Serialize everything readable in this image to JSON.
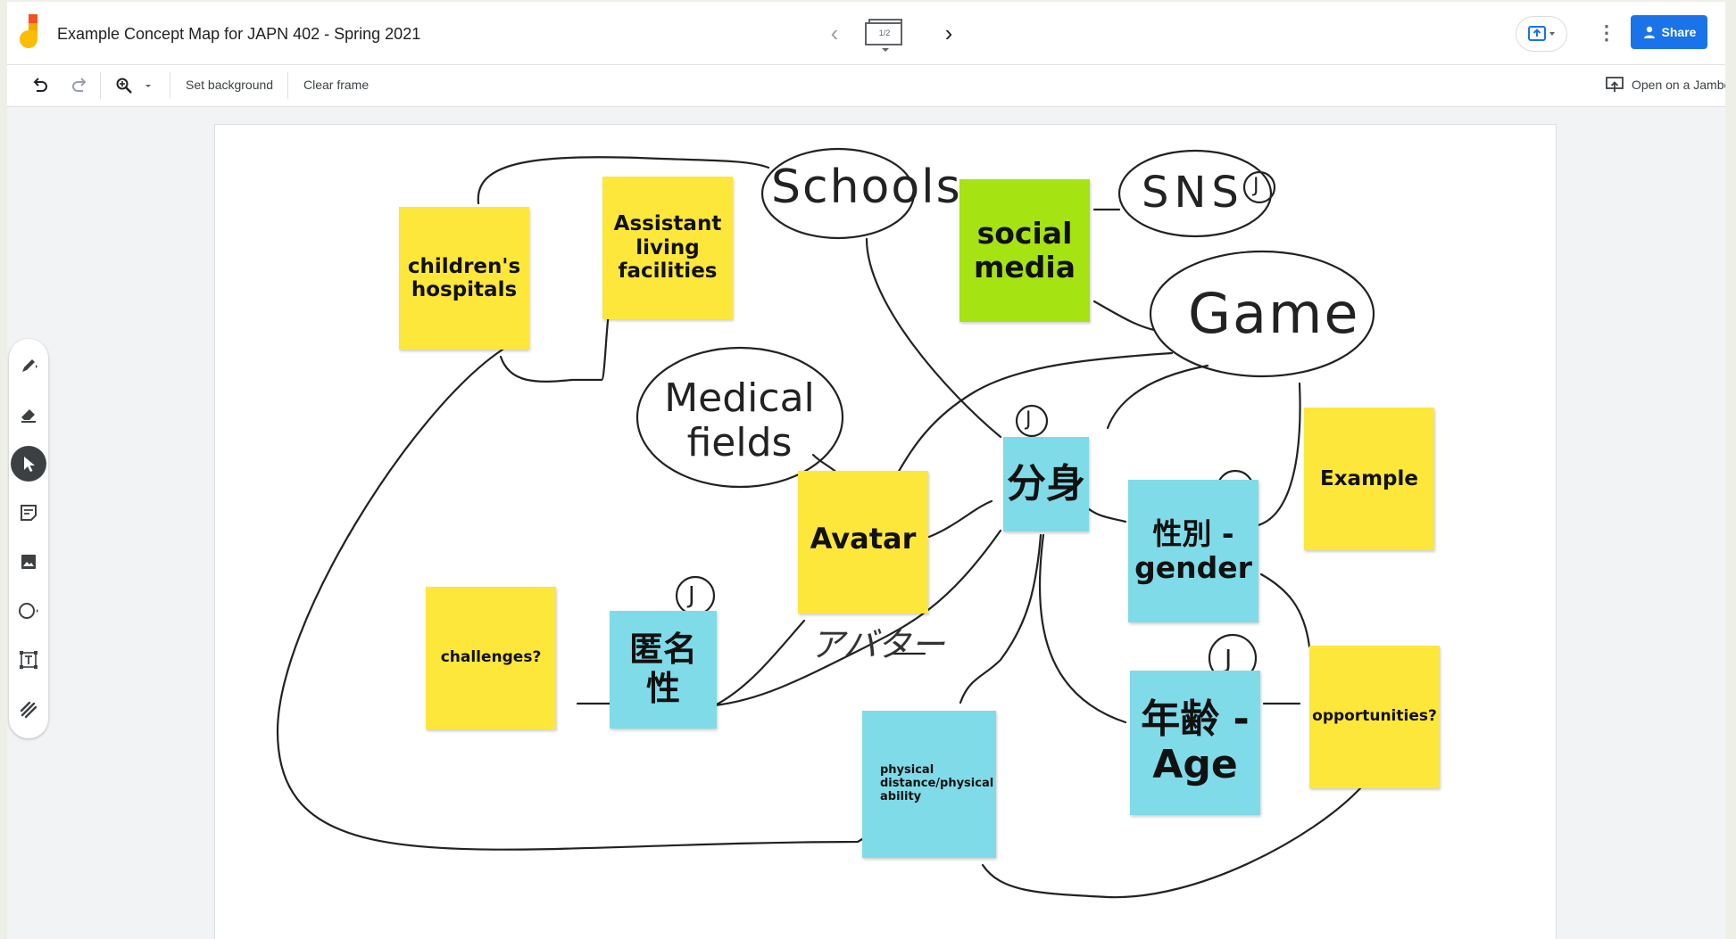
{
  "header": {
    "title": "Example Concept Map for JAPN 402 - Spring 2021",
    "frame_indicator": "1/2",
    "share_label": "Share"
  },
  "toolbar": {
    "set_background": "Set background",
    "clear_frame": "Clear frame",
    "open_on_jamboard": "Open on a Jambo"
  },
  "tools": [
    "pen",
    "eraser",
    "select",
    "sticky-note",
    "add-image",
    "circle",
    "text-box",
    "laser"
  ],
  "notes": {
    "childrens_hospitals": "children's hospitals",
    "assistant_living": "Assistant living facilities",
    "social_media": "social media",
    "example": "Example",
    "avatar": "Avatar",
    "bunshin": "分身",
    "seibetsu": "性別 - gender",
    "challenges": "challenges?",
    "tokumeisei": "匿名性",
    "physical": "physical distance/physical ability",
    "nenrei": "年齢 - Age",
    "opportunities": "opportunities?"
  },
  "handwriting": {
    "schools": "Schools",
    "sns": "SNS",
    "game": "Game",
    "medical_fields": "Medical fields",
    "avatar_kana": "アバター",
    "initial": "J"
  },
  "colors": {
    "yellow_note": "#fde73a",
    "blue_note": "#80dbe8",
    "green_note": "#a5e312",
    "share_blue": "#1a73e8"
  }
}
